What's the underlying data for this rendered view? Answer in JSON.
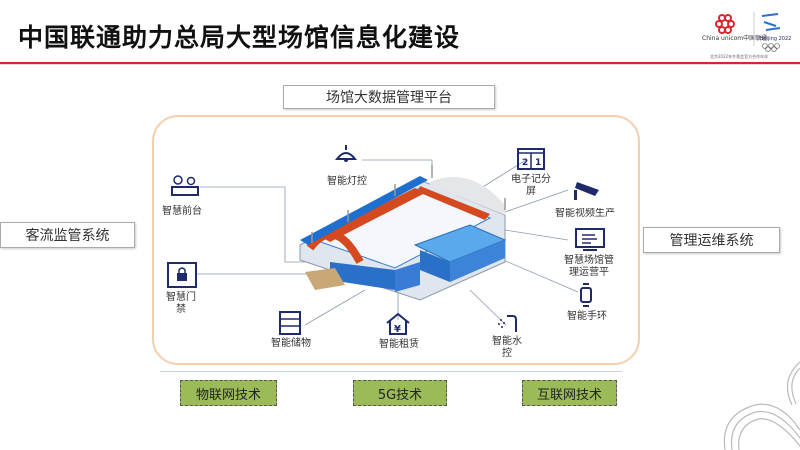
{
  "title": "中国联通助力总局大型场馆信息化建设",
  "logo": {
    "brand": "China unicom中国联通",
    "olympic": "Beijing 2022",
    "tagline": "北京2022年冬奥会官方合作伙伴"
  },
  "platform": "场馆大数据管理平台",
  "left_system": "客流监管系统",
  "right_system": "管理运维系统",
  "features": {
    "lighting": "智能灯控",
    "front_desk": "智慧前台",
    "access": "智慧门禁",
    "storage": "智能储物",
    "rental": "智能租赁",
    "water": "智能水控",
    "band": "智能手环",
    "ops": "智慧场馆管理运营平",
    "video": "智能视频生产",
    "score": "电子记分屏"
  },
  "score_digits": [
    "2",
    "1"
  ],
  "rental_symbol": "¥",
  "technologies": [
    "物联网技术",
    "5G技术",
    "互联网技术"
  ],
  "colors": {
    "accent_red": "#d9262c",
    "icon_navy": "#1f2a6b",
    "tech_green": "#9bbb59"
  }
}
